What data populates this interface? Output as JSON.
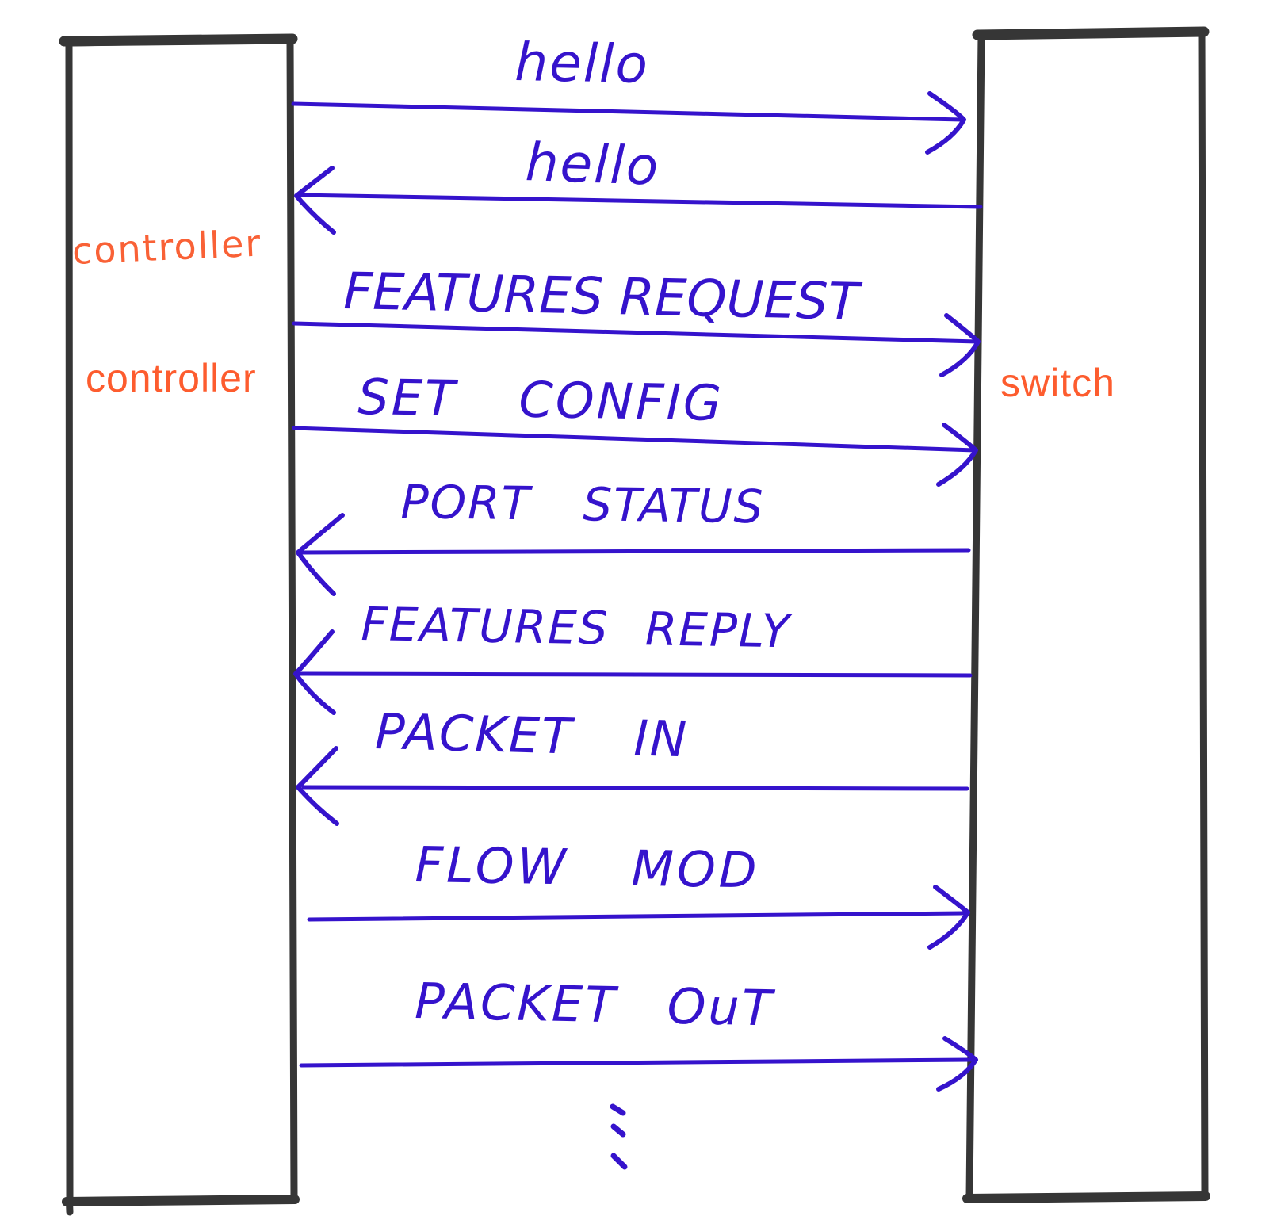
{
  "colors": {
    "ink_blue": "#3513cc",
    "typed_orange": "#fd5c2e",
    "handwritten_orange": "#f96136",
    "box_stroke": "#363636",
    "background": "#ffffff"
  },
  "actors": {
    "controller": {
      "handwritten_label": "controller",
      "typed_label": "controller"
    },
    "switch": {
      "typed_label": "switch"
    }
  },
  "messages": [
    {
      "label": "hello",
      "from": "controller",
      "to": "switch",
      "direction": "right"
    },
    {
      "label": "hello",
      "from": "switch",
      "to": "controller",
      "direction": "left"
    },
    {
      "label": "FEATURES REQUEST",
      "from": "controller",
      "to": "switch",
      "direction": "right"
    },
    {
      "label": "SET CONFIG",
      "from": "controller",
      "to": "switch",
      "direction": "right"
    },
    {
      "label": "PORT STATUS",
      "from": "switch",
      "to": "controller",
      "direction": "left"
    },
    {
      "label": "FEATURES REPLY",
      "from": "switch",
      "to": "controller",
      "direction": "left"
    },
    {
      "label": "PACKET IN",
      "from": "switch",
      "to": "controller",
      "direction": "left"
    },
    {
      "label": "FLOW MOD",
      "from": "controller",
      "to": "switch",
      "direction": "right"
    },
    {
      "label": "PACKET OuT",
      "from": "controller",
      "to": "switch",
      "direction": "right"
    }
  ],
  "continuation": {
    "dots_count": 3,
    "meaning": "sequence continues"
  }
}
